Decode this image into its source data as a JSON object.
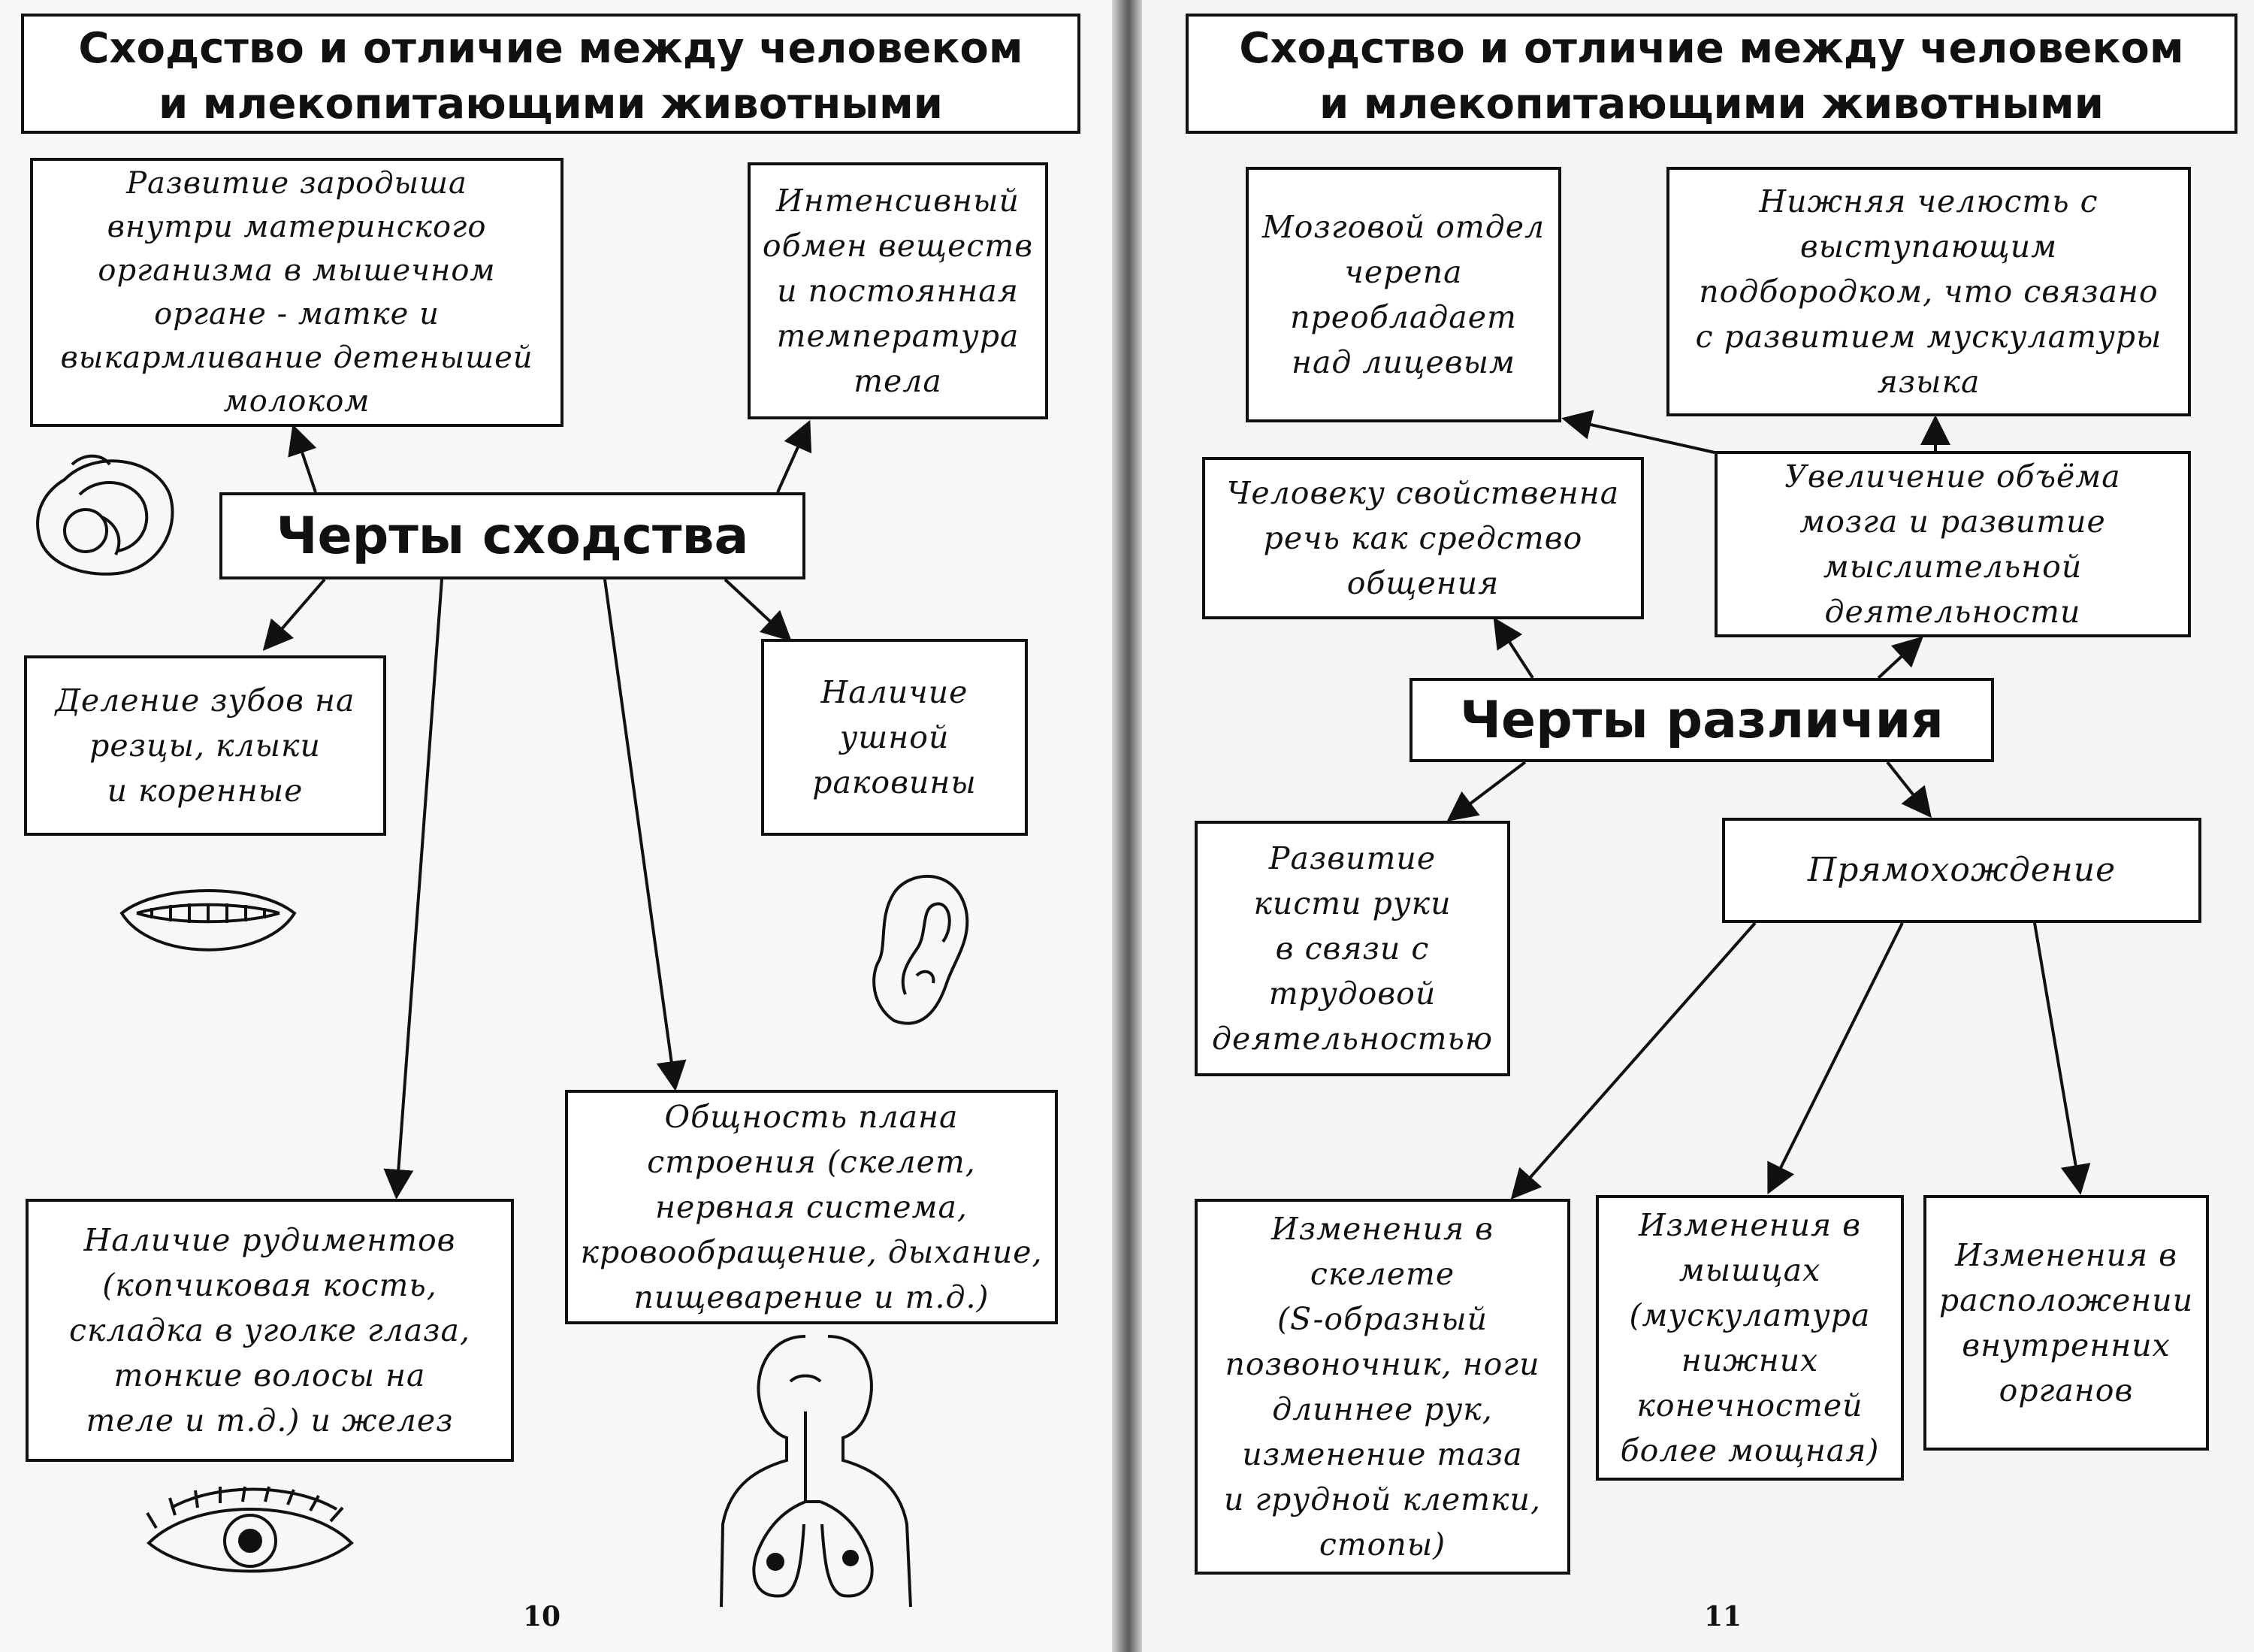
{
  "left_page": {
    "title": "Сходство и отличие между человеком\nи млекопитающими животными",
    "hub": "Черты сходства",
    "boxes": {
      "embryo": "Развитие зародыша\nвнутри материнского\nорганизма в мышечном\nоргане - матке и\nвыкармливание детенышей\nмолоком",
      "metabolism": "Интенсивный\nобмен веществ\nи постоянная\nтемпература\nтела",
      "teeth": "Деление зубов на\nрезцы, клыки\nи коренные",
      "ear": "Наличие\nушной\nраковины",
      "rudiments": "Наличие рудиментов\n(копчиковая кость,\nскладка в уголке глаза,\nтонкие волосы на\nтеле и т.д.) и желез",
      "plan": "Общность плана\nстроения (скелет,\nнервная система,\nкровообращение, дыхание,\nпищеварение и т.д.)"
    },
    "page_number": "10",
    "icons": [
      "embryo-icon",
      "mouth-icon",
      "ear-icon",
      "eye-icon",
      "torso-icon"
    ]
  },
  "right_page": {
    "title": "Сходство и отличие между человеком\nи млекопитающими животными",
    "hub": "Черты различия",
    "boxes": {
      "skull": "Мозговой отдел\nчерепа\nпреобладает\nнад лицевым",
      "jaw": "Нижняя челюсть с\nвыступающим\nподбородком, что связано\nс развитием мускулатуры\nязыка",
      "speech": "Человеку свойственна\nречь как средство\nобщения",
      "brain": "Увеличение объёма\nмозга и развитие\nмыслительной\nдеятельности",
      "hand": "Развитие\nкисти руки\nв связи с\nтрудовой\nдеятельностью",
      "upright": "Прямохождение",
      "skeleton": "Изменения в\nскелете\n(S-образный\nпозвоночник, ноги\nдлиннее рук,\nизменение таза\nи грудной клетки,\nстопы)",
      "muscles": "Изменения в\nмышцах\n(мускулатура\nнижних\nконечностей\nболее мощная)",
      "organs": "Изменения в\nрасположении\nвнутренних\nорганов"
    },
    "page_number": "11"
  }
}
